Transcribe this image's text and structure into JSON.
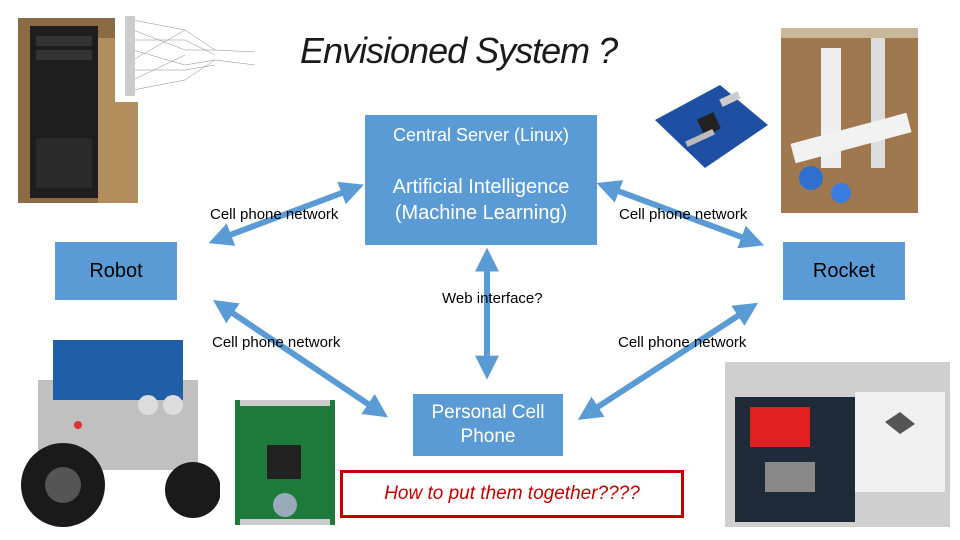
{
  "title": "Envisioned System ?",
  "nodes": {
    "server": "Central Server (Linux)",
    "ai": "Artificial Intelligence\n(Machine Learning)",
    "robot": "Robot",
    "rocket": "Rocket",
    "phone": "Personal Cell\nPhone"
  },
  "edge_labels": {
    "robot_server": "Cell phone network",
    "rocket_server": "Cell phone network",
    "robot_phone": "Cell phone network",
    "rocket_phone": "Cell phone network",
    "server_phone": "Web interface?"
  },
  "question": "How to put them together????",
  "colors": {
    "box": "#5b9bd5",
    "arrow": "#5b9bd5",
    "question_border": "#c00000"
  }
}
